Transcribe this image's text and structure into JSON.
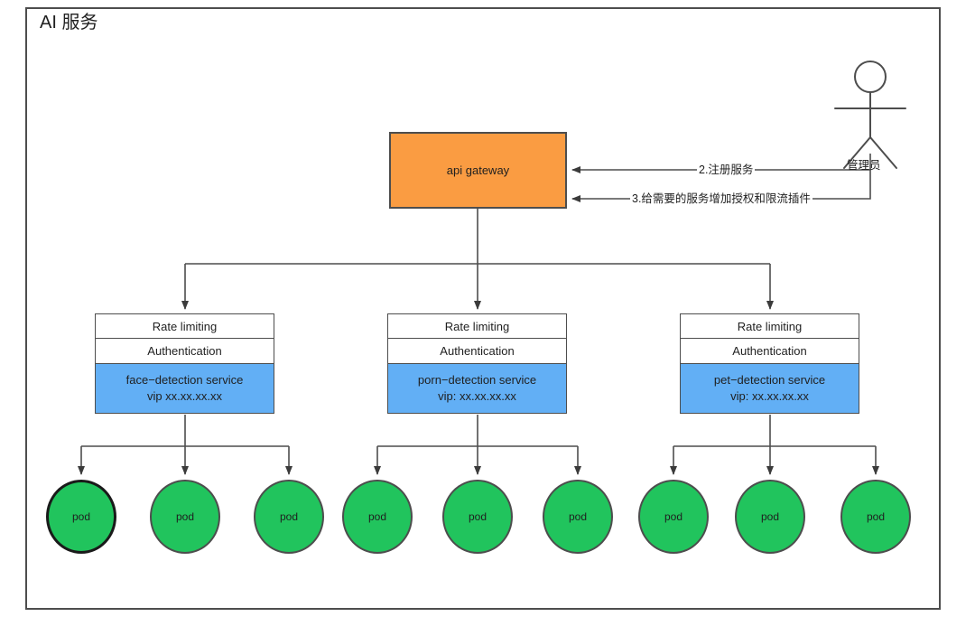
{
  "diagram": {
    "title": "AI 服务",
    "colors": {
      "gateway_fill": "#fa9c42",
      "service_fill": "#62aff5",
      "pod_fill": "#21c45d",
      "stroke": "#4d4d4d",
      "frame": "#4d4d4d",
      "text": "#1f1f1f",
      "background": "#ffffff"
    }
  },
  "gateway": {
    "label": "api gateway"
  },
  "actor": {
    "label": "管理员",
    "icon": "stick-figure-actor-icon"
  },
  "edges": [
    {
      "id": "register",
      "label": "2.注册服务"
    },
    {
      "id": "plugins",
      "label": "3.给需要的服务增加授权和限流插件"
    }
  ],
  "services": [
    {
      "id": "face-detection",
      "rate_limiting": "Rate limiting",
      "authentication": "Authentication",
      "name": "face−detection service",
      "vip": "vip xx.xx.xx.xx"
    },
    {
      "id": "porn-detection",
      "rate_limiting": "Rate limiting",
      "authentication": "Authentication",
      "name": "porn−detection service",
      "vip": "vip: xx.xx.xx.xx"
    },
    {
      "id": "pet-detection",
      "rate_limiting": "Rate limiting",
      "authentication": "Authentication",
      "name": "pet−detection service",
      "vip": "vip: xx.xx.xx.xx"
    }
  ],
  "pods": [
    {
      "id": "pod-1",
      "label": "pod",
      "selected": true
    },
    {
      "id": "pod-2",
      "label": "pod",
      "selected": false
    },
    {
      "id": "pod-3",
      "label": "pod",
      "selected": false
    },
    {
      "id": "pod-4",
      "label": "pod",
      "selected": false
    },
    {
      "id": "pod-5",
      "label": "pod",
      "selected": false
    },
    {
      "id": "pod-6",
      "label": "pod",
      "selected": false
    },
    {
      "id": "pod-7",
      "label": "pod",
      "selected": false
    },
    {
      "id": "pod-8",
      "label": "pod",
      "selected": false
    },
    {
      "id": "pod-9",
      "label": "pod",
      "selected": false
    }
  ]
}
